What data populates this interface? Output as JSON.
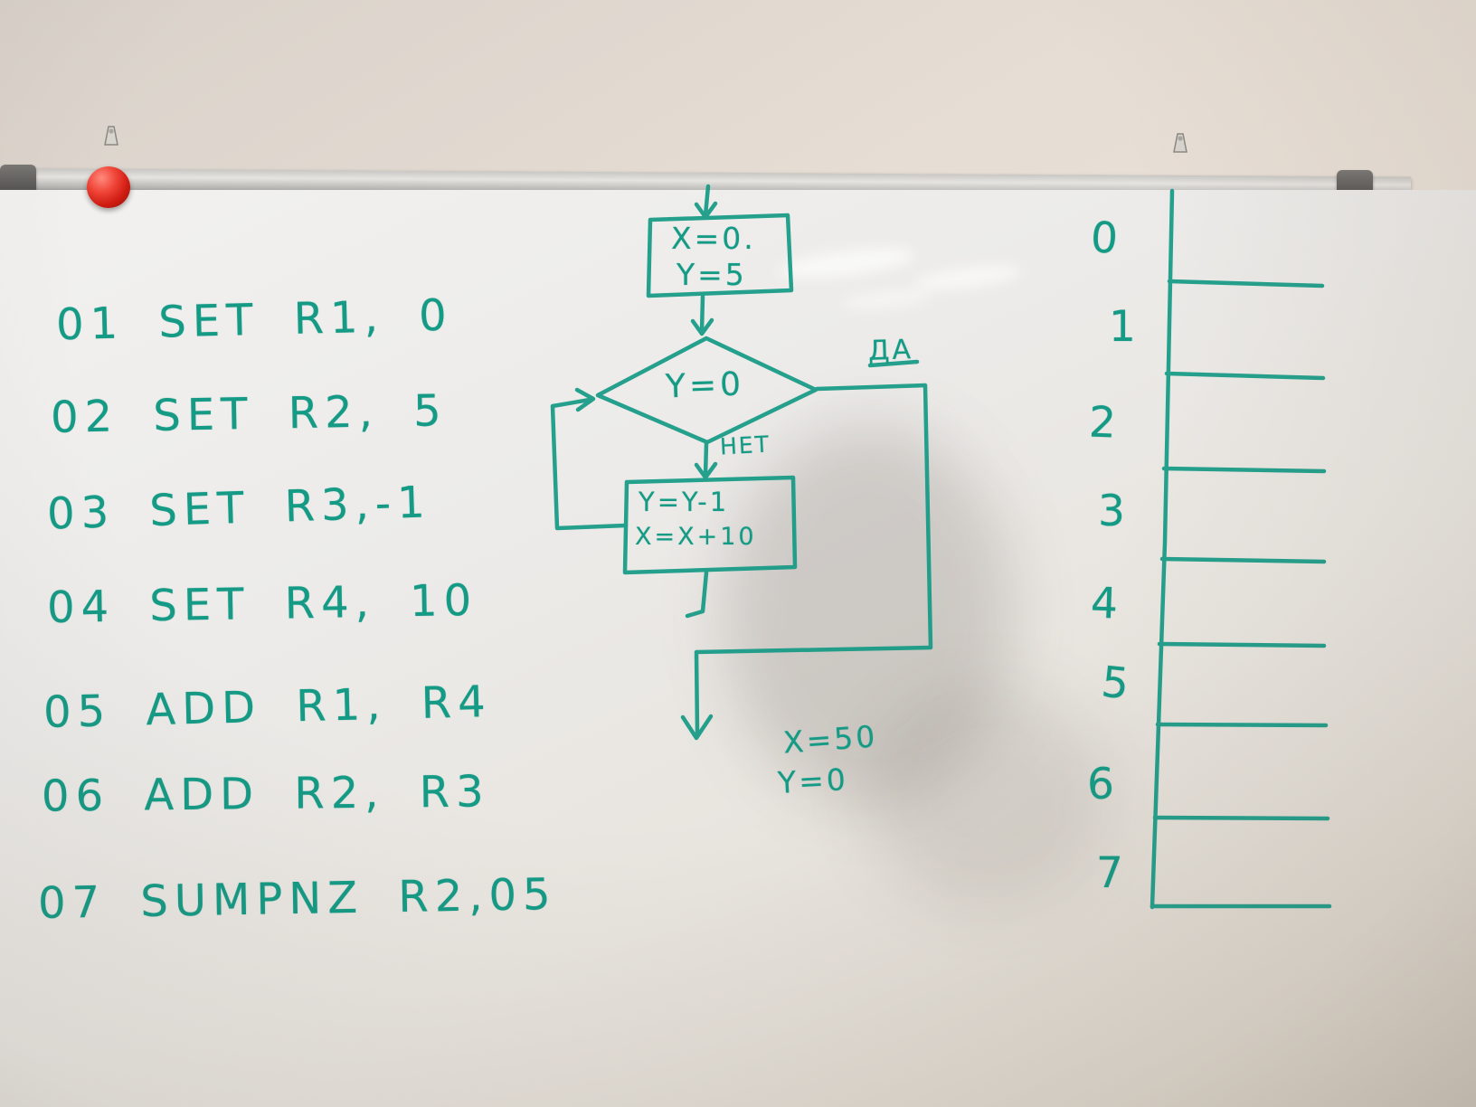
{
  "program": {
    "lines": [
      "01 SET R1, 0",
      "02 SET R2, 5",
      "03 SET R3,-1",
      "04 SET R4, 10",
      "05 ADD R1, R4",
      "06  ADD R2, R3",
      "07   SUMPNZ R2,05"
    ]
  },
  "flowchart": {
    "start_box": {
      "line1": "X=0.",
      "line2": "Y=5"
    },
    "decision_label": "Y=0",
    "yes_label": "ДА",
    "no_label": "НЕТ",
    "process_box": {
      "line1": "Y=Y-1",
      "line2": "X=X+10"
    },
    "result": {
      "line1": "X=50",
      "line2": "Y=0"
    }
  },
  "memory_table": {
    "cells": [
      "0",
      "1",
      "2",
      "3",
      "4",
      "5",
      "6",
      "7"
    ]
  },
  "colors": {
    "marker_green": "#149a85",
    "magnet_red": "#d91f16"
  }
}
